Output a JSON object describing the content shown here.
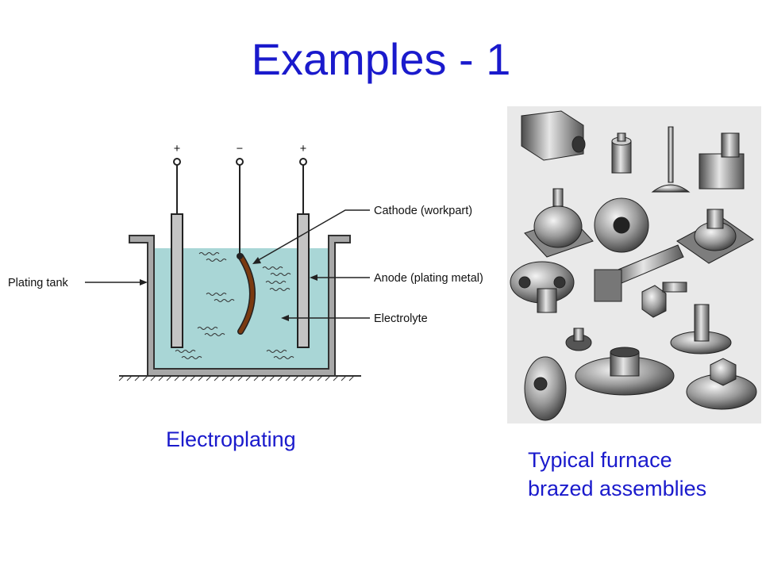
{
  "title": "Examples - 1",
  "diagram": {
    "polarity": [
      "+",
      "−",
      "+"
    ],
    "labels": {
      "plating_tank": "Plating tank",
      "cathode": "Cathode (workpart)",
      "anode": "Anode (plating metal)",
      "electrolyte": "Electrolyte"
    },
    "caption": "Electroplating",
    "colors": {
      "electrolyte": "#a9d6d6",
      "cathode": "#7a3a10",
      "tank_wall": "#a8a8a8"
    }
  },
  "photo": {
    "caption_line1": "Typical furnace",
    "caption_line2": "brazed assemblies"
  }
}
